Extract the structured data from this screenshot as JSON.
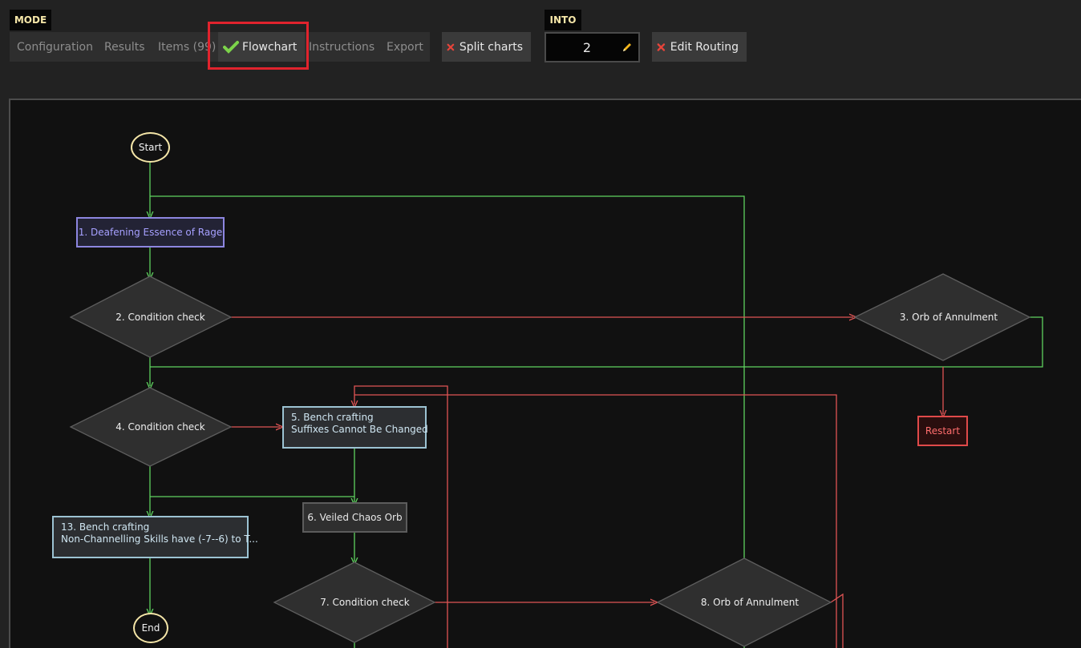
{
  "toolbar": {
    "mode_label": "MODE",
    "tabs": [
      {
        "label": "Configuration"
      },
      {
        "label": "Results"
      },
      {
        "label": "Items (99)"
      },
      {
        "label": "Flowchart"
      },
      {
        "label": "Instructions"
      },
      {
        "label": "Export"
      }
    ],
    "active_tab": "Flowchart",
    "split_charts_label": "Split charts",
    "into_label": "INTO",
    "into_value": "2",
    "edit_routing_label": "Edit Routing"
  },
  "flowchart": {
    "start": "Start",
    "end": "End",
    "restart": "Restart",
    "n1": "1. Deafening Essence of Rage",
    "n2": "2. Condition check",
    "n3": "3. Orb of Annulment",
    "n4": "4. Condition check",
    "n5_line1": "5. Bench crafting",
    "n5_line2": "Suffixes Cannot Be Changed",
    "n6": "6. Veiled Chaos Orb",
    "n7": "7. Condition check",
    "n8": "8. Orb of Annulment",
    "n13_line1": "13. Bench crafting",
    "n13_line2": "Non-Channelling Skills have (-7--6) to T..."
  },
  "colors": {
    "success_edge": "#5fd35f",
    "fail_edge": "#e05555",
    "highlight": "#e1232d"
  }
}
